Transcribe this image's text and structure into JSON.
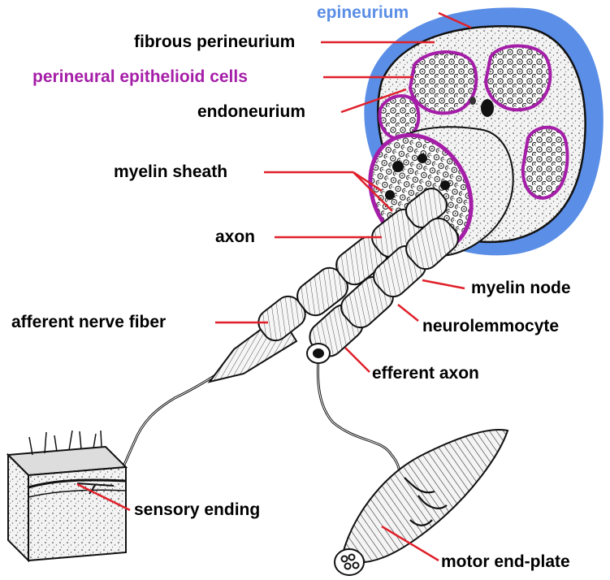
{
  "labels": {
    "epineurium": "epineurium",
    "fibrous_perineurium": "fibrous perineurium",
    "perineural_epithelioid_cells": "perineural epithelioid cells",
    "endoneurium": "endoneurium",
    "myelin_sheath": "myelin sheath",
    "axon": "axon",
    "afferent_nerve_fiber": "afferent nerve fiber",
    "myelin_node": "myelin node",
    "neurolemmocyte": "neurolemmocyte",
    "efferent_axon": "efferent axon",
    "sensory_ending": "sensory ending",
    "motor_end_plate": "motor end-plate"
  },
  "colors": {
    "epineurium": "#5b8ee6",
    "epithelioid": "#a51ea8",
    "leader": "#e0202a",
    "text": "#000000",
    "nerve_fill": "#ececec"
  }
}
